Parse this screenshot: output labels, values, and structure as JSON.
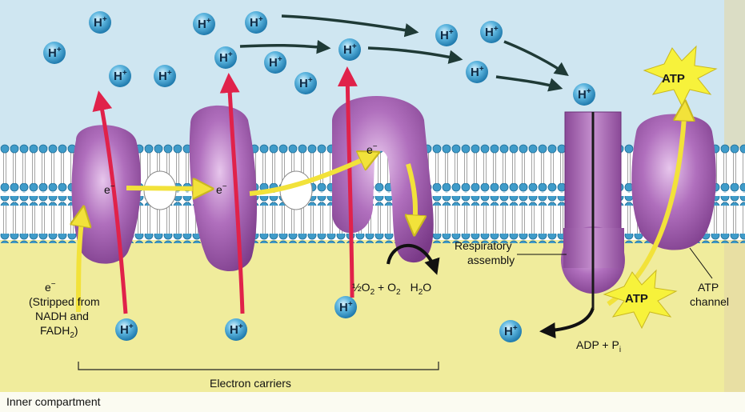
{
  "proton_label": "H",
  "proton_charge": "+",
  "electron_label": "e",
  "electron_charge": "−",
  "labels": {
    "stripped_line1": "(Stripped from",
    "stripped_line2": "NADH and",
    "stripped_line3_main": "FADH",
    "stripped_line3_sub": "2",
    "stripped_line3_end": ")",
    "reaction_a": "½O",
    "reaction_a_sub": "2",
    "reaction_b": " + O",
    "reaction_b_sub": "2",
    "reaction_c": "H",
    "reaction_c_sub": "2",
    "reaction_d": "O",
    "resp_line1": "Respiratory",
    "resp_line2": "assembly",
    "atp_channel_line1": "ATP",
    "atp_channel_line2": "channel",
    "adp": "ADP + P",
    "adp_sub": "i",
    "electron_carriers": "Electron carriers",
    "inner_compartment": "Inner compartment",
    "atp_top": "ATP",
    "atp_bottom": "ATP"
  },
  "colors": {
    "outer_space": "#cfe6f1",
    "matrix": "#f0ec9c",
    "phospholipid_head": "#3f9bc9",
    "protein": "#a85bb3",
    "proton_ball": "#4aa9d8",
    "red_arrow": "#e0224a",
    "yellow_arrow": "#f2e23a",
    "dark_arrow": "#1f3a36",
    "atp_star": "#f7f23b"
  }
}
